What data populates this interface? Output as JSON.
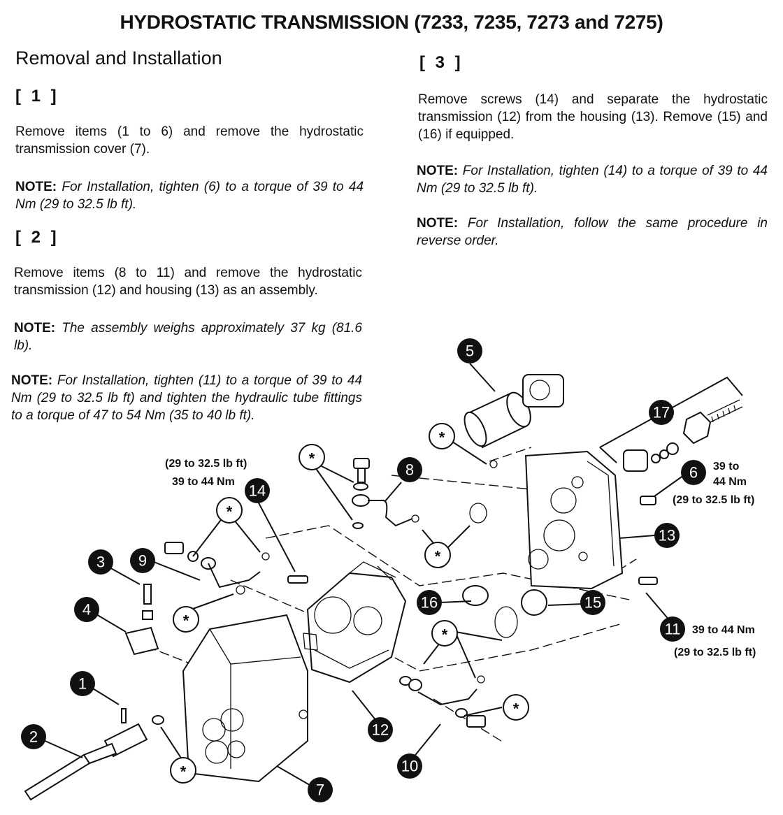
{
  "title": "HYDROSTATIC TRANSMISSION (7233, 7235, 7273 and 7275)",
  "section_heading": "Removal and Installation",
  "steps": [
    {
      "marker": "[ 1 ]",
      "text": "Remove items (1 to 6) and remove the hydrostatic transmission cover (7).",
      "notes": [
        {
          "label": "NOTE:",
          "text": "For Installation, tighten (6) to a torque of 39 to 44 Nm (29 to 32.5 lb ft)."
        }
      ]
    },
    {
      "marker": "[ 2 ]",
      "text": "Remove items (8 to 11) and remove the hydrostatic transmission (12) and housing (13) as an assembly.",
      "notes": [
        {
          "label": "NOTE:",
          "text": "The assembly weighs approximately 37 kg (81.6 lb)."
        },
        {
          "label": "NOTE:",
          "text": "For Installation, tighten (11) to a torque of 39 to 44 Nm (29 to 32.5 lb ft) and tighten the hydraulic tube fittings to a torque of 47 to 54 Nm (35 to 40 lb ft)."
        }
      ]
    },
    {
      "marker": "[ 3 ]",
      "text": "Remove screws (14) and separate the hydrostatic transmission (12) from the housing (13). Remove (15) and (16) if equipped.",
      "notes": [
        {
          "label": "NOTE:",
          "text": "For Installation, tighten (14) to a torque of 39 to 44 Nm (29 to 32.5 lb ft)."
        },
        {
          "label": "NOTE:",
          "text": "For Installation, follow the same procedure in reverse order."
        }
      ]
    }
  ],
  "diagram": {
    "callouts": [
      "1",
      "2",
      "3",
      "4",
      "5",
      "6",
      "7",
      "8",
      "9",
      "10",
      "11",
      "12",
      "13",
      "14",
      "15",
      "16",
      "17"
    ],
    "star_symbol": "*",
    "torque_labels": {
      "item14_line1": "(29 to 32.5 lb ft)",
      "item14_line2": "39 to 44 Nm",
      "item6_line1": "39 to",
      "item6_line2": "44 Nm",
      "item6_line3": "(29 to 32.5 lb ft)",
      "item11_line1": "39 to 44 Nm",
      "item11_line2": "(29 to 32.5 lb ft)"
    }
  }
}
